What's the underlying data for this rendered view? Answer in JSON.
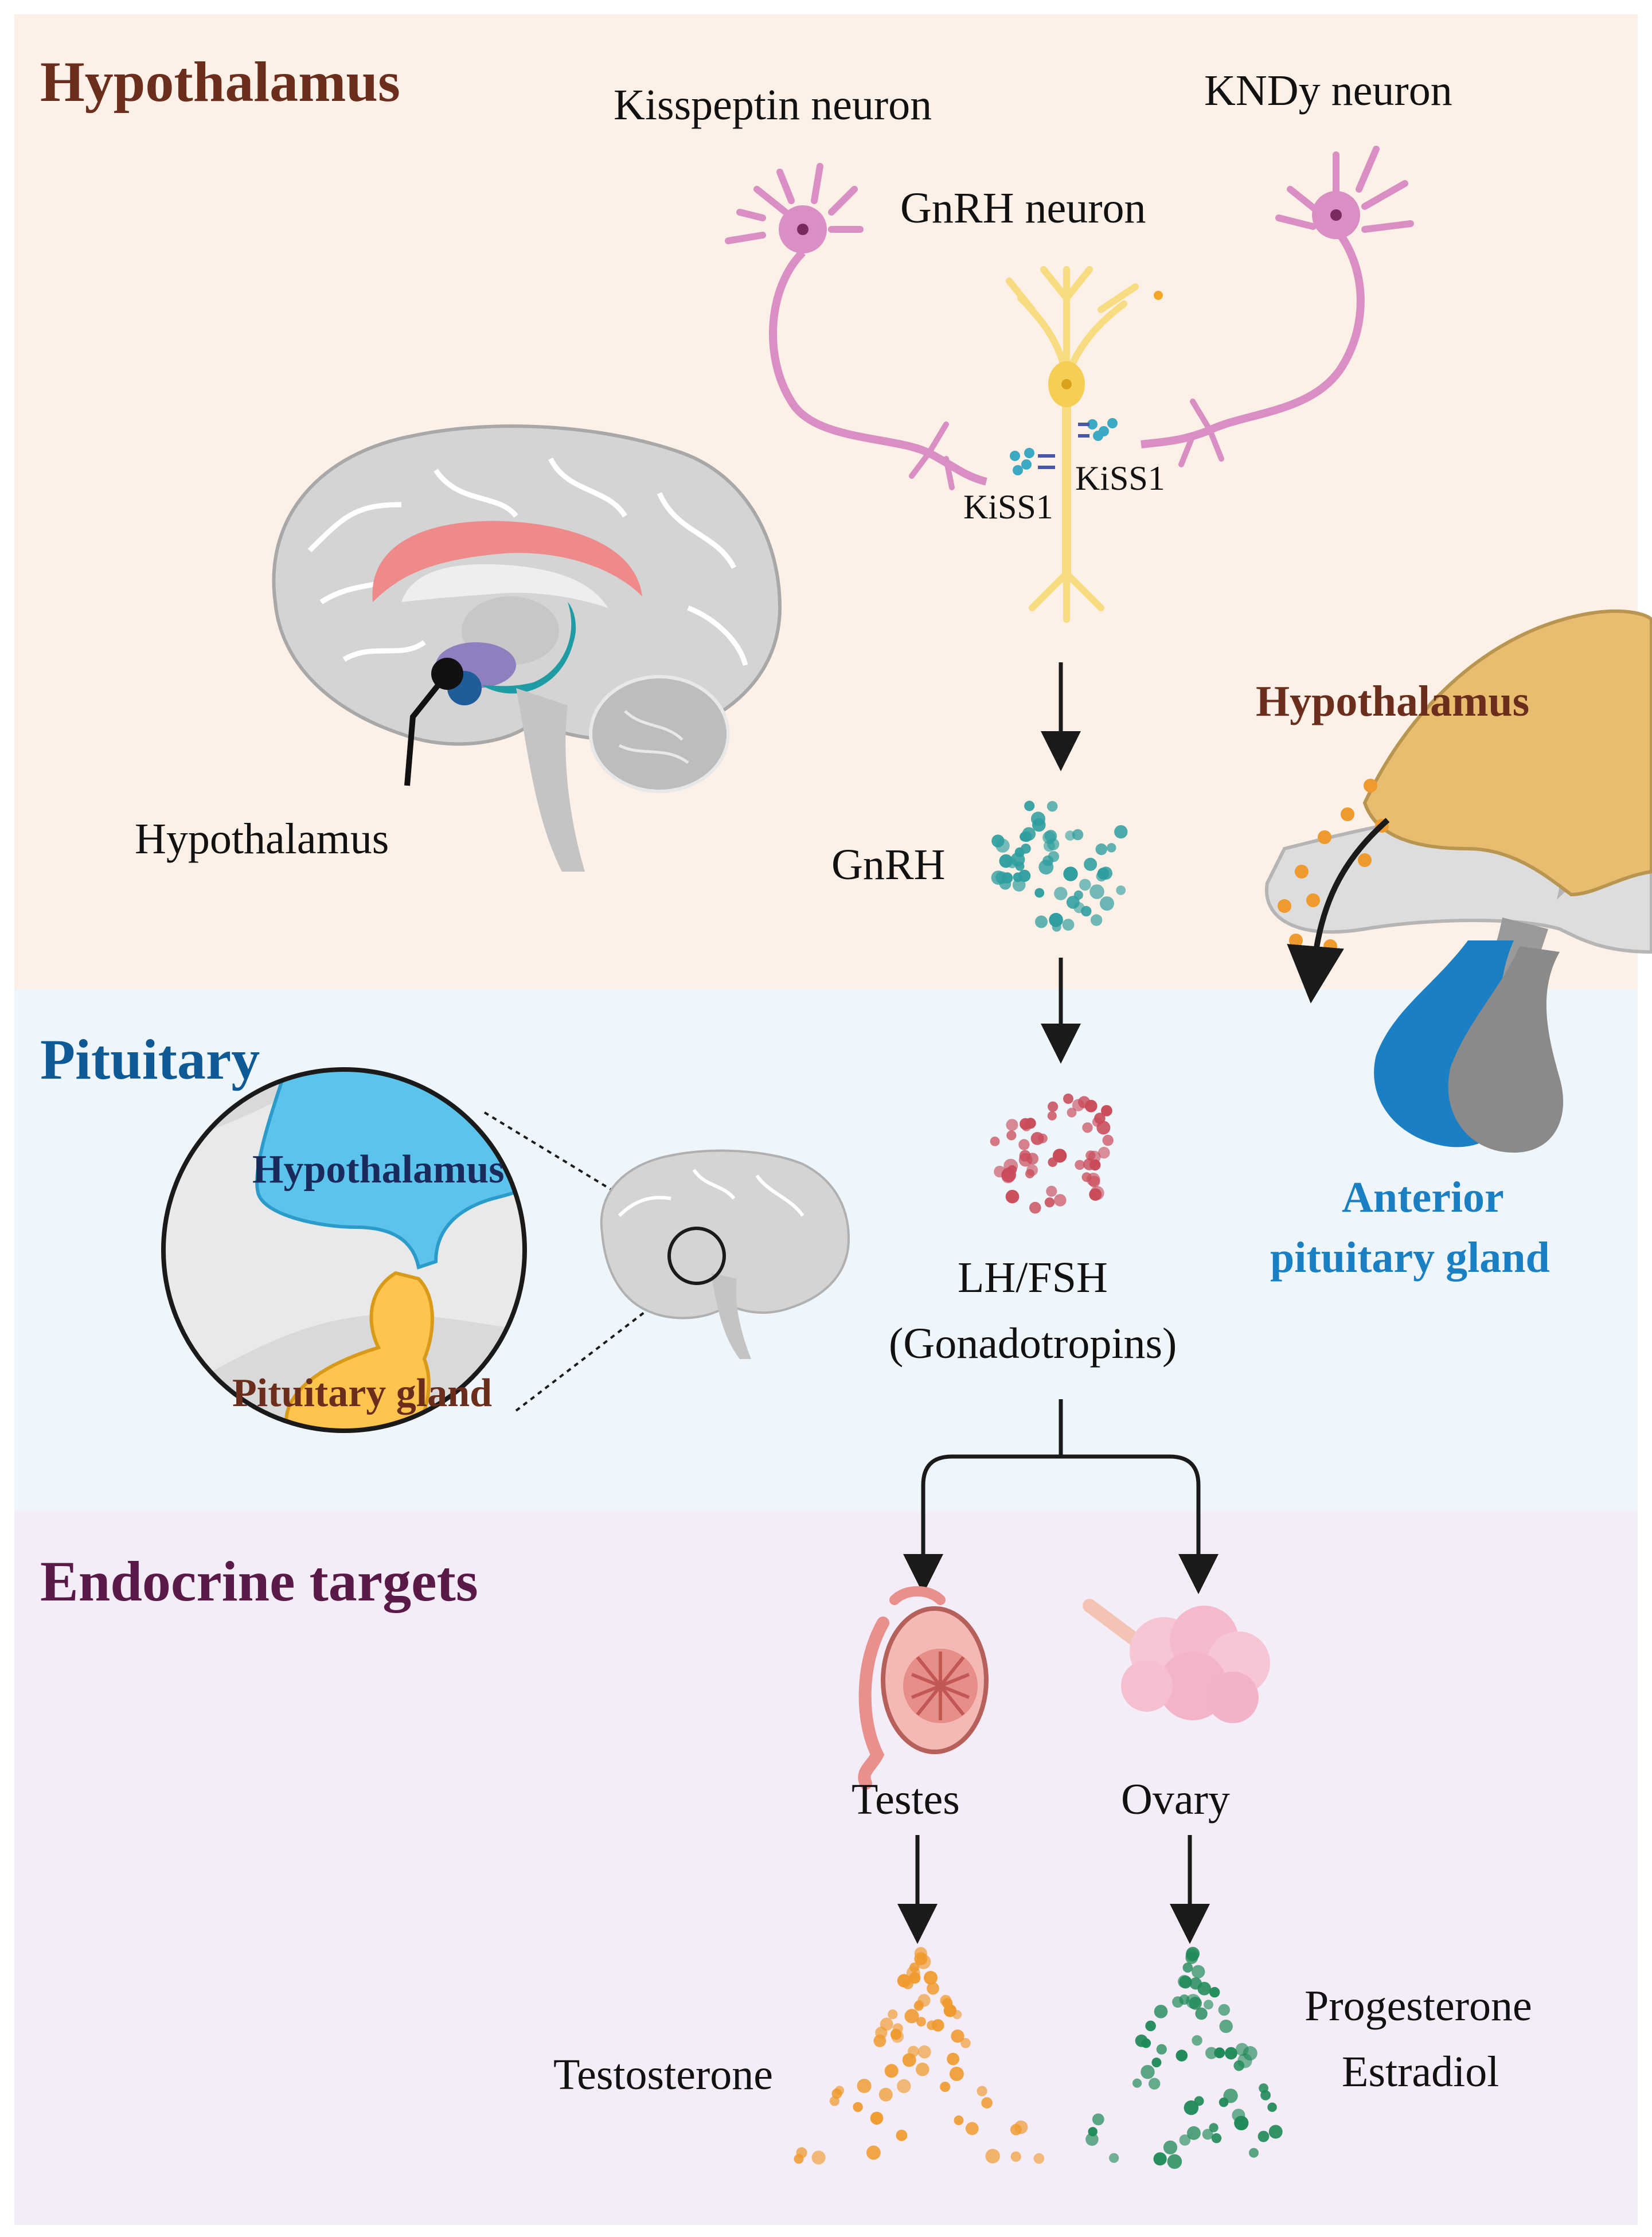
{
  "sections": {
    "hypothalamus": {
      "title": "Hypothalamus",
      "color": "#6b2d1c",
      "bg": "#fdf0e6"
    },
    "pituitary": {
      "title": "Pituitary",
      "color": "#0e5a95",
      "bg": "#eef5fb"
    },
    "endocrine": {
      "title": "Endocrine targets",
      "color": "#5a1a47",
      "bg": "#f4ecf7"
    }
  },
  "neurons": {
    "kisspeptin": "Kisspeptin neuron",
    "kndy": "KNDy neuron",
    "gnrh": "GnRH neuron",
    "kiss1_left": "KiSS1",
    "kiss1_right": "KiSS1"
  },
  "brain": {
    "label": "Hypothalamus"
  },
  "hormones": {
    "gnrh": "GnRH",
    "lh_fsh": "LH/FSH",
    "gonadotropins": "(Gonadotropins)",
    "testosterone": "Testosterone",
    "progesterone": "Progesterone",
    "estradiol": "Estradiol"
  },
  "targets": {
    "testes": "Testes",
    "ovary": "Ovary"
  },
  "pituitary_detail": {
    "hypothalamus_label": "Hypothalamus",
    "gland_label": "Anterior",
    "gland_label_line2": "pituitary gland"
  },
  "zoom": {
    "hypothalamus_label": "Hypothalamus",
    "pituitary_label": "Pituitary gland"
  },
  "colors": {
    "neuron_pink": "#d98fc4",
    "neuron_yellow": "#f7dc82",
    "gnrh_dots": "#2f9ea0",
    "lhfsh_dots": "#c94b5a",
    "testosterone_dots": "#ef9a2d",
    "estradiol_dots": "#1f8a57",
    "anterior_blue": "#1b7fc4"
  }
}
